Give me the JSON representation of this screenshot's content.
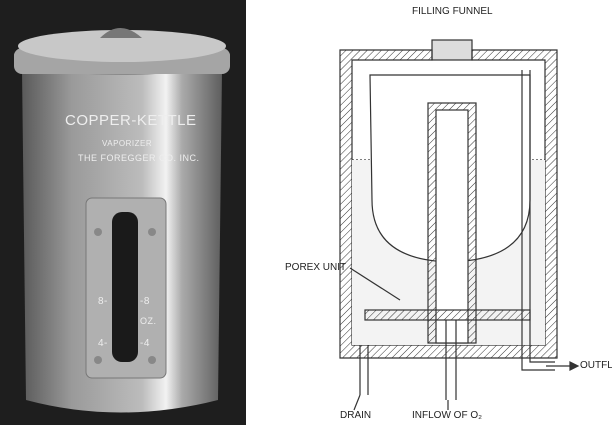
{
  "photo": {
    "brand": "COPPER-KETTLE",
    "product": "VAPORIZER",
    "maker": "THE FOREGGER CO. INC.",
    "scale_left": [
      "8-",
      "4-"
    ],
    "scale_right": [
      "-8",
      "OZ.",
      "-4"
    ]
  },
  "diagram": {
    "labels": {
      "filling_funnel": "FILLING FUNNEL",
      "porex_unit": "POREX UNIT",
      "outflow": "OUTFLOW",
      "drain": "DRAIN",
      "inflow": "INFLOW OF O₂"
    }
  }
}
